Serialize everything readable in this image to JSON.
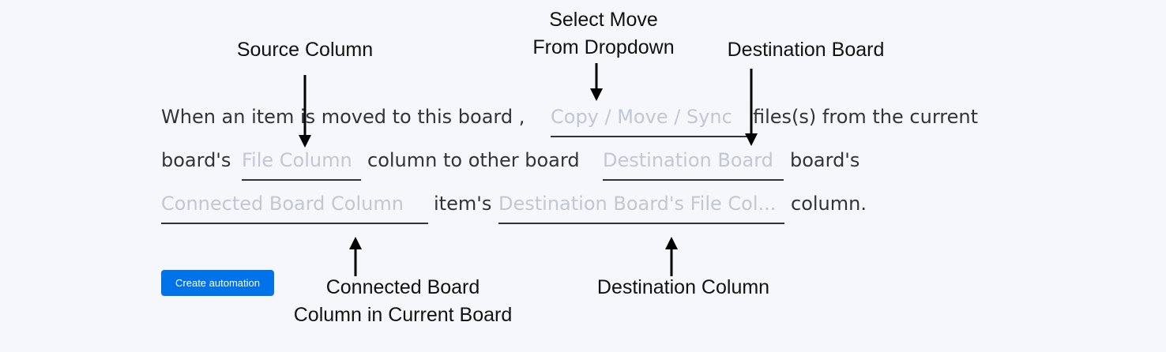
{
  "recipe": {
    "line1_prefix": "When an item is moved to this board ,",
    "action_placeholder": "Copy / Move / Sync",
    "line1_suffix": "files(s) from the current",
    "line2_prefix": "board's",
    "source_column_placeholder": "File Column",
    "line2_middle": "column to other board",
    "destination_board_placeholder": "Destination Board",
    "line2_suffix": "board's",
    "connected_column_placeholder": "Connected Board Column",
    "line3_middle": "item's",
    "destination_column_placeholder": "Destination Board's File Col...",
    "line3_suffix": "column."
  },
  "button": {
    "label": "Create automation"
  },
  "annotations": {
    "source_column": "Source Column",
    "select_move_line1": "Select Move",
    "select_move_line2": "From Dropdown",
    "destination_board": "Destination Board",
    "connected_line1": "Connected Board",
    "connected_line2": "Column in Current Board",
    "destination_column": "Destination Column"
  },
  "colors": {
    "background": "#f6f7fb",
    "text": "#323338",
    "placeholder": "#c3c6d4",
    "button": "#0073ea",
    "arrow": "#000000"
  }
}
